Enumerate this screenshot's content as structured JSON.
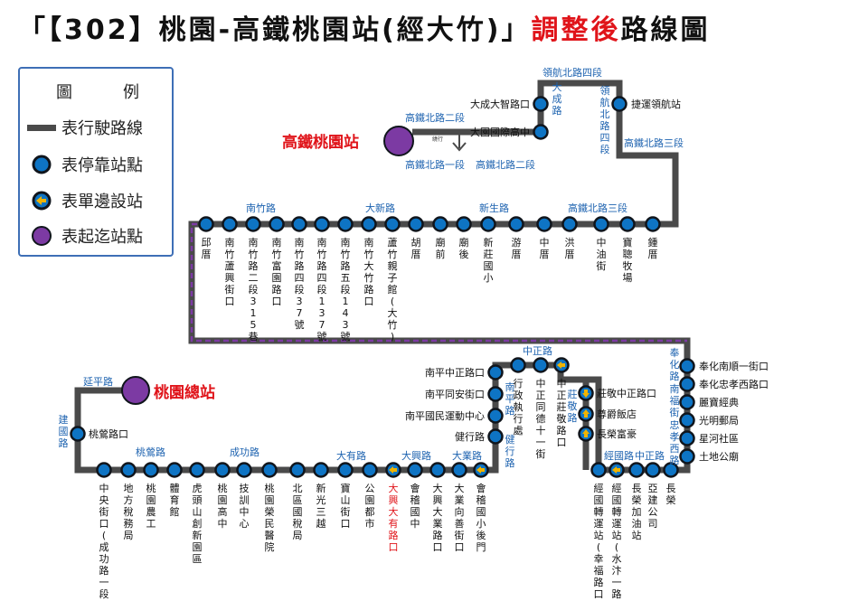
{
  "title": {
    "prefix": "「【302】桃園-高鐵桃園站(經大竹)」",
    "highlight": "調整後",
    "suffix": "路線圖"
  },
  "legend": {
    "heading_left": "圖",
    "heading_right": "例",
    "items": [
      "表行駛路線",
      "表停靠站點",
      "表單邊設站",
      "表起迄站點"
    ]
  },
  "terminals": {
    "hsr": "高鐵桃園站",
    "taoyuan": "桃園總站"
  },
  "detour_label": "繞行",
  "colors": {
    "route": "#4a4a4a",
    "stop_fill": "#0e74c4",
    "stop_ring": "#10151c",
    "terminal": "#7c3aa3",
    "oneside": "#f0b400",
    "detour": "#7c3aa3",
    "title_red": "#e0141a",
    "road_label": "#1e63b0"
  },
  "roads": {
    "hsr_n2": "高鐵北路二段",
    "hsr_n1": "高鐵北路一段",
    "hsr_n2b": "高鐵北路二段",
    "dacheng": "大成路",
    "linghang4_top": "領航北路四段",
    "linghang4_v": "領航北路四段",
    "hsr_n3": "高鐵北路三段",
    "nanzhu": "南竹路",
    "daxin": "大新路",
    "xinsheng": "新生路",
    "hsr_n3b": "高鐵北路三段",
    "zhongzheng_top": "中正路",
    "nanping": "南平路",
    "jianxing": "健行路",
    "zhuangjing": "莊敬路",
    "fenghua": "奉化路",
    "nanfu": "南福街",
    "zhongxiaoxi": "忠孝西路",
    "jingguo": "經國路",
    "zhongzheng_b": "中正路",
    "yanping": "延平路",
    "jianguo": "建國路",
    "taoying": "桃鶯路",
    "chenggong": "成功路",
    "dayou": "大有路",
    "daxing": "大興路",
    "daye": "大業路"
  },
  "stops": {
    "upper_right": [
      "大成大智路口",
      "大園國際高中",
      "捷運領航站"
    ],
    "upper_row": [
      "邱厝",
      "南竹蘆興街口",
      "南竹路二段315巷",
      "南竹富園路口",
      "南竹路四段37號",
      "南竹路四段137號",
      "南竹路五段143號",
      "南竹大竹路口",
      "蘆竹親子館(大竹)",
      "胡厝",
      "廟前",
      "廟後",
      "新莊國小",
      "游厝",
      "中厝",
      "洪厝",
      "中油街",
      "寶聰牧場",
      "鍾厝"
    ],
    "right_col": [
      "奉化南順一街口",
      "奉化忠孝西路口",
      "麗寶經典",
      "光明郵局",
      "星河社區",
      "土地公廟"
    ],
    "zhuangjing_col": [
      "莊敬中正路口",
      "尊爵飯店",
      "長榮富豪"
    ],
    "zhongzheng_row": [
      "行政執行處",
      "中正同德十一街",
      "中正莊敬路口"
    ],
    "nanping_col": [
      "南平中正路口",
      "南平同安街口",
      "南平國民運動中心",
      "健行路"
    ],
    "bottom_right": [
      "經國轉運站(幸福路口)",
      "經國轉運站(水汴一路口)",
      "長榮加油站",
      "亞建公司",
      "長榮"
    ],
    "yanping_col": [
      "桃鶯路口"
    ],
    "bottom_row": [
      "中央街口(成功路一段)",
      "地方稅務局",
      "桃園農工",
      "體育館",
      "虎頭山創新園區",
      "桃園高中",
      "技訓中心",
      "桃園榮民醫院",
      "北區國稅局",
      "新光三越",
      "寶山街口",
      "公園都市",
      "大興大有路口",
      "會稽國中",
      "大興大業路口",
      "大業向善街口",
      "會稽國小後門"
    ]
  }
}
